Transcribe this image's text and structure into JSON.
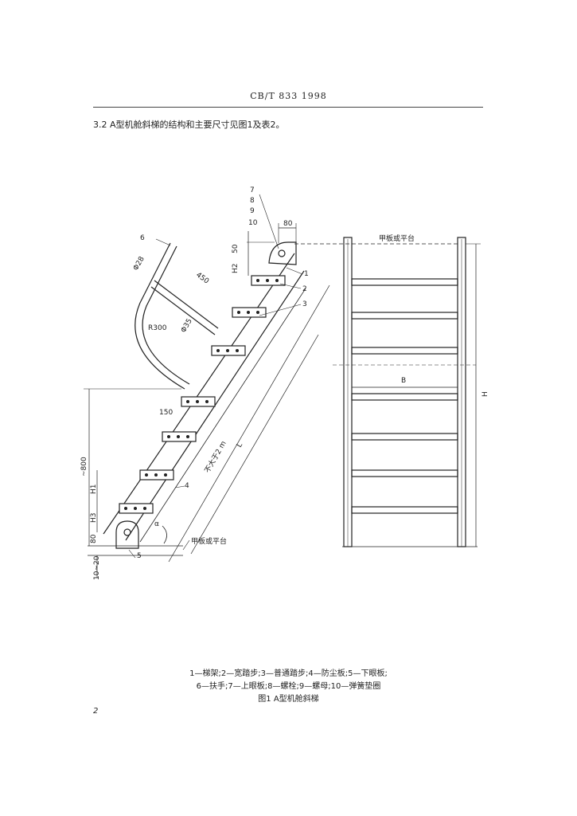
{
  "header": {
    "standard": "CB/T  833  1998"
  },
  "intro": {
    "text": "3.2  A型机舱斜梯的结构和主要尺寸见图1及表2。"
  },
  "figure": {
    "callouts": [
      "7",
      "8",
      "9",
      "10",
      "6",
      "1",
      "2",
      "3",
      "4",
      "5"
    ],
    "dims": {
      "d80_top": "80",
      "d50": "50",
      "h2": "H2",
      "phi28": "Φ28",
      "d450": "450",
      "r300": "R300",
      "phi35": "Φ35",
      "d150": "150",
      "d800": "~800",
      "h1": "H1",
      "h3": "H3",
      "d80_bottom": "80",
      "d10_20": "10~20",
      "alpha": "α",
      "length_limit": "不大于2 m",
      "l": "L",
      "b": "B",
      "h": "H"
    },
    "platform_label_left": "甲板或平台",
    "platform_label_right": "甲板或平台"
  },
  "caption": {
    "line1": "1—梯架;2—宽踏步;3—普通踏步;4—防尘板;5—下眼板;",
    "line2": "6—扶手;7—上眼板;8—螺栓;9—螺母;10—弹簧垫圈",
    "title": "图1  A型机舱斜梯"
  },
  "page_number": "2"
}
